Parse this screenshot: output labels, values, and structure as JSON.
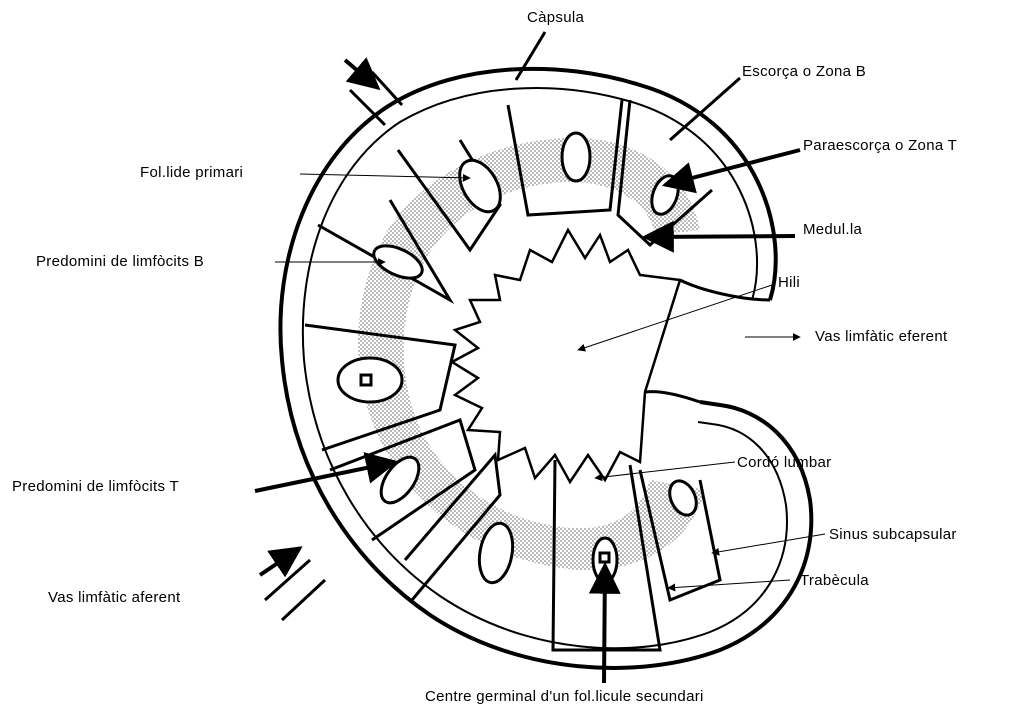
{
  "labels": {
    "capsula": "Càpsula",
    "escorca": "Escorça o Zona B",
    "paraescorca": "Paraescorça o Zona T",
    "folicle_primari": "Fol.lide primari",
    "medulla": "Medul.la",
    "limfocits_b": "Predomini de limfòcits B",
    "hili": "Hili",
    "vas_eferent": "Vas limfàtic eferent",
    "cordo": "Cordó lumbar",
    "limfocits_t": "Predomini de limfòcits T",
    "sinus": "Sinus subcapsular",
    "trabecula": "Trabècula",
    "vas_aferent": "Vas limfàtic aferent",
    "centre_germinal": "Centre germinal d'un fol.licule secundari"
  },
  "colors": {
    "ink": "#000000",
    "paracortex_stipple": "#b8b8b8",
    "background": "#ffffff"
  }
}
